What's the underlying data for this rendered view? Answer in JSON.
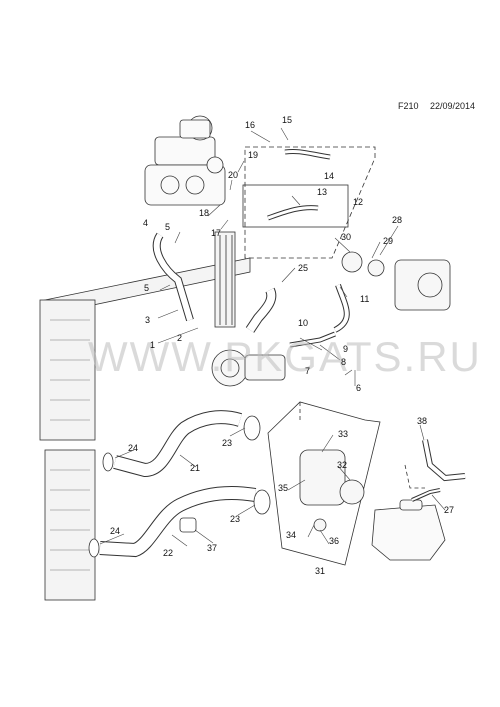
{
  "header": {
    "code": "F210",
    "date": "22/09/2014"
  },
  "watermark": "WWW.PKGATS.RU",
  "callouts": [
    {
      "id": "c1",
      "label": "1"
    },
    {
      "id": "c2",
      "label": "2"
    },
    {
      "id": "c3",
      "label": "3"
    },
    {
      "id": "c4",
      "label": "4"
    },
    {
      "id": "c5a",
      "label": "5"
    },
    {
      "id": "c5b",
      "label": "5"
    },
    {
      "id": "c6",
      "label": "6"
    },
    {
      "id": "c7",
      "label": "7"
    },
    {
      "id": "c8",
      "label": "8"
    },
    {
      "id": "c9",
      "label": "9"
    },
    {
      "id": "c10",
      "label": "10"
    },
    {
      "id": "c11",
      "label": "11"
    },
    {
      "id": "c12",
      "label": "12"
    },
    {
      "id": "c13",
      "label": "13"
    },
    {
      "id": "c14",
      "label": "14"
    },
    {
      "id": "c15",
      "label": "15"
    },
    {
      "id": "c16",
      "label": "16"
    },
    {
      "id": "c17",
      "label": "17"
    },
    {
      "id": "c18",
      "label": "18"
    },
    {
      "id": "c19",
      "label": "19"
    },
    {
      "id": "c20",
      "label": "20"
    },
    {
      "id": "c21",
      "label": "21"
    },
    {
      "id": "c22",
      "label": "22"
    },
    {
      "id": "c23a",
      "label": "23"
    },
    {
      "id": "c23b",
      "label": "23"
    },
    {
      "id": "c24a",
      "label": "24"
    },
    {
      "id": "c24b",
      "label": "24"
    },
    {
      "id": "c25",
      "label": "25"
    },
    {
      "id": "c27",
      "label": "27"
    },
    {
      "id": "c28",
      "label": "28"
    },
    {
      "id": "c29",
      "label": "29"
    },
    {
      "id": "c30",
      "label": "30"
    },
    {
      "id": "c31",
      "label": "31"
    },
    {
      "id": "c32",
      "label": "32"
    },
    {
      "id": "c33",
      "label": "33"
    },
    {
      "id": "c34",
      "label": "34"
    },
    {
      "id": "c35",
      "label": "35"
    },
    {
      "id": "c36",
      "label": "36"
    },
    {
      "id": "c37",
      "label": "37"
    },
    {
      "id": "c38",
      "label": "38"
    }
  ]
}
